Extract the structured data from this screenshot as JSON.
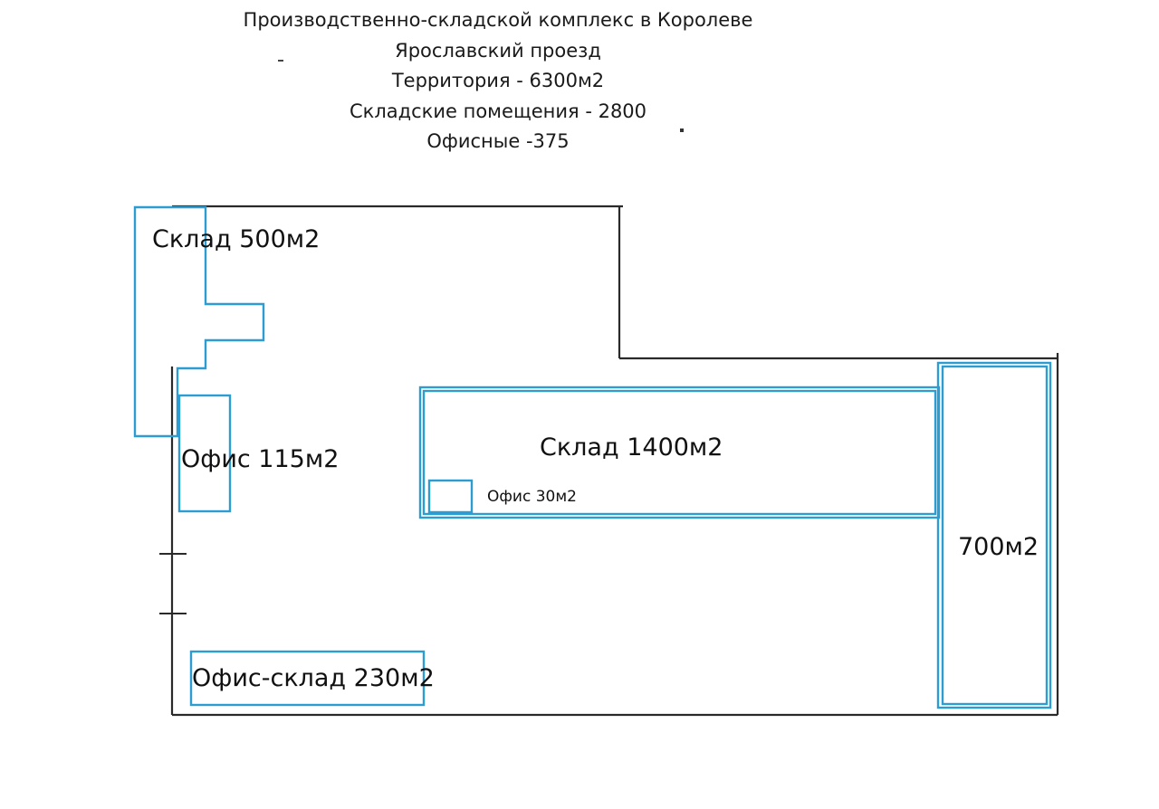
{
  "header": {
    "line1": "Производственно-складской комплекс в Королеве",
    "line2": "Ярославский проезд",
    "line3": "Территория - 6300м2",
    "line4": "Складские помещения - 2800",
    "line5": "Офисные -375"
  },
  "rooms": {
    "sklad_500": "Склад 500м2",
    "ofis_115": "Офис 115м2",
    "sklad_1400": "Склад  1400м2",
    "ofis_30": "Офис 30м2",
    "sklad_700": "700м2",
    "ofis_sklad_230": "Офис-склад 230м2"
  },
  "colors": {
    "outline": "#2a2a2a",
    "room": "#2d9cd1",
    "text": "#111111"
  }
}
